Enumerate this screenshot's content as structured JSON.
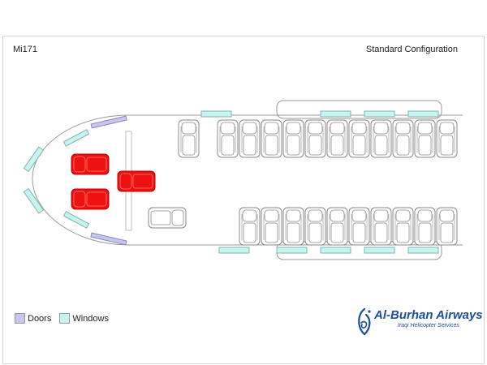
{
  "header": {
    "model": "Mi171",
    "configuration": "Standard Configuration"
  },
  "legend": {
    "doors_label": "Doors",
    "windows_label": "Windows",
    "doors_color": "#c8c6f0",
    "windows_color": "#c8f4f0"
  },
  "brand": {
    "name": "Al-Burhan Airways",
    "tagline": "Iraqi Helicopter Services",
    "color": "#1f4f9c"
  },
  "colors": {
    "crew_seat": "#ee1111",
    "passenger_seat": "#ffffff",
    "outline": "#8a8a8a"
  },
  "icons": {
    "brand_logo": "calligraphy-emblem-icon"
  }
}
